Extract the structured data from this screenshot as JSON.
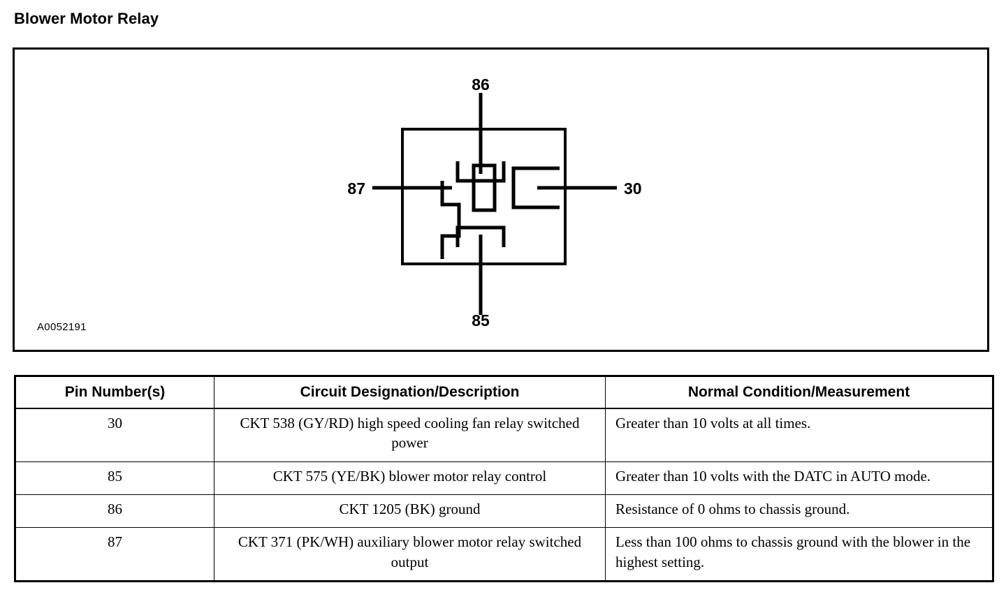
{
  "page": {
    "title": "Blower Motor Relay"
  },
  "figure": {
    "id_label": "A0052191",
    "pin_callouts": [
      {
        "name": "86",
        "position": "top"
      },
      {
        "name": "87",
        "position": "left"
      },
      {
        "name": "30",
        "position": "right"
      },
      {
        "name": "85",
        "position": "bottom"
      }
    ]
  },
  "table": {
    "headers": [
      "Pin Number(s)",
      "Circuit Designation/Description",
      "Normal Condition/Measurement"
    ],
    "rows": [
      {
        "pin": "30",
        "description": "CKT 538 (GY/RD) high speed cooling fan relay switched power",
        "measurement": "Greater than 10 volts at all times."
      },
      {
        "pin": "85",
        "description": "CKT 575 (YE/BK) blower motor relay control",
        "measurement": "Greater than 10 volts with the DATC in AUTO mode."
      },
      {
        "pin": "86",
        "description": "CKT 1205 (BK) ground",
        "measurement": "Resistance of 0 ohms to chassis ground."
      },
      {
        "pin": "87",
        "description": "CKT 371 (PK/WH) auxiliary blower motor relay switched output",
        "measurement": "Less than 100 ohms to chassis ground with the blower in the highest setting."
      }
    ]
  },
  "colors": {
    "ink": "#000000",
    "paper": "#ffffff"
  }
}
